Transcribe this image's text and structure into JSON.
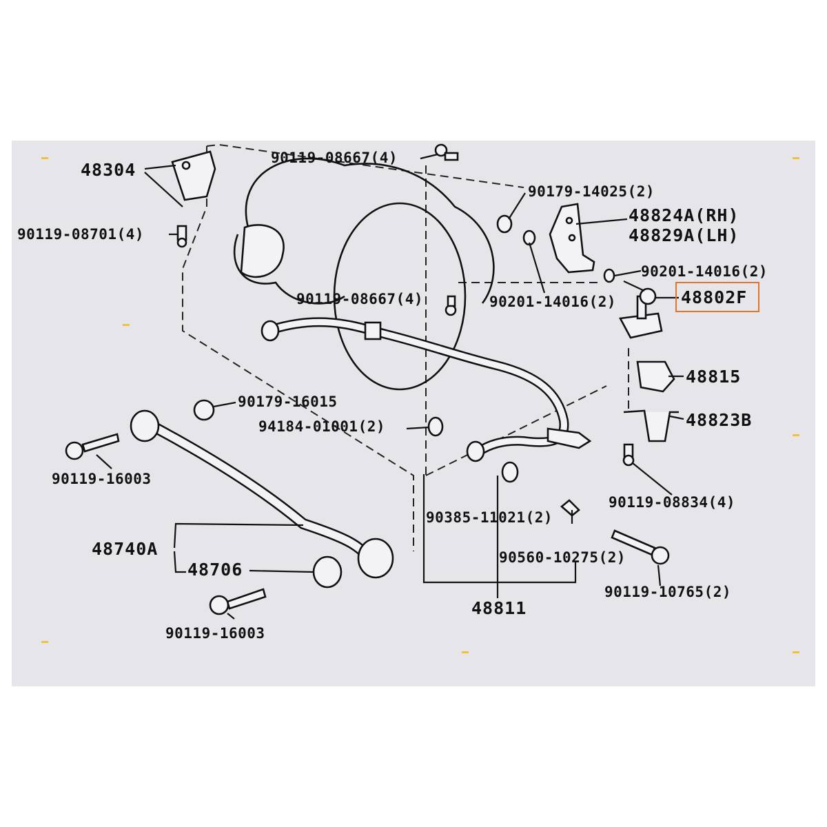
{
  "labels": {
    "p48304": "48304",
    "p90119_08667_top": "90119-08667(4)",
    "p90179_14025": "90179-14025(2)",
    "p48824A": "48824A(RH)",
    "p48829A": "48829A(LH)",
    "p90119_08701": "90119-08701(4)",
    "p90201_14016_r": "90201-14016(2)",
    "p90119_08667_mid": "90119-08667(4)",
    "p90201_14016_m": "90201-14016(2)",
    "p48802F": "48802F",
    "p48815": "48815",
    "p90179_16015": "90179-16015",
    "p94184_01001": "94184-01001(2)",
    "p48823B": "48823B",
    "p90119_16003_a": "90119-16003",
    "p90119_08834": "90119-08834(4)",
    "p90385_11021": "90385-11021(2)",
    "p48740A": "48740A",
    "p48706": "48706",
    "p90560_10275": "90560-10275(2)",
    "p90119_10765": "90119-10765(2)",
    "p48811": "48811",
    "p90119_16003_b": "90119-16003"
  },
  "highlight": {
    "part": "48802F",
    "color": "#e07428"
  },
  "colors": {
    "background": "#e6e5e9",
    "line": "#111111"
  }
}
